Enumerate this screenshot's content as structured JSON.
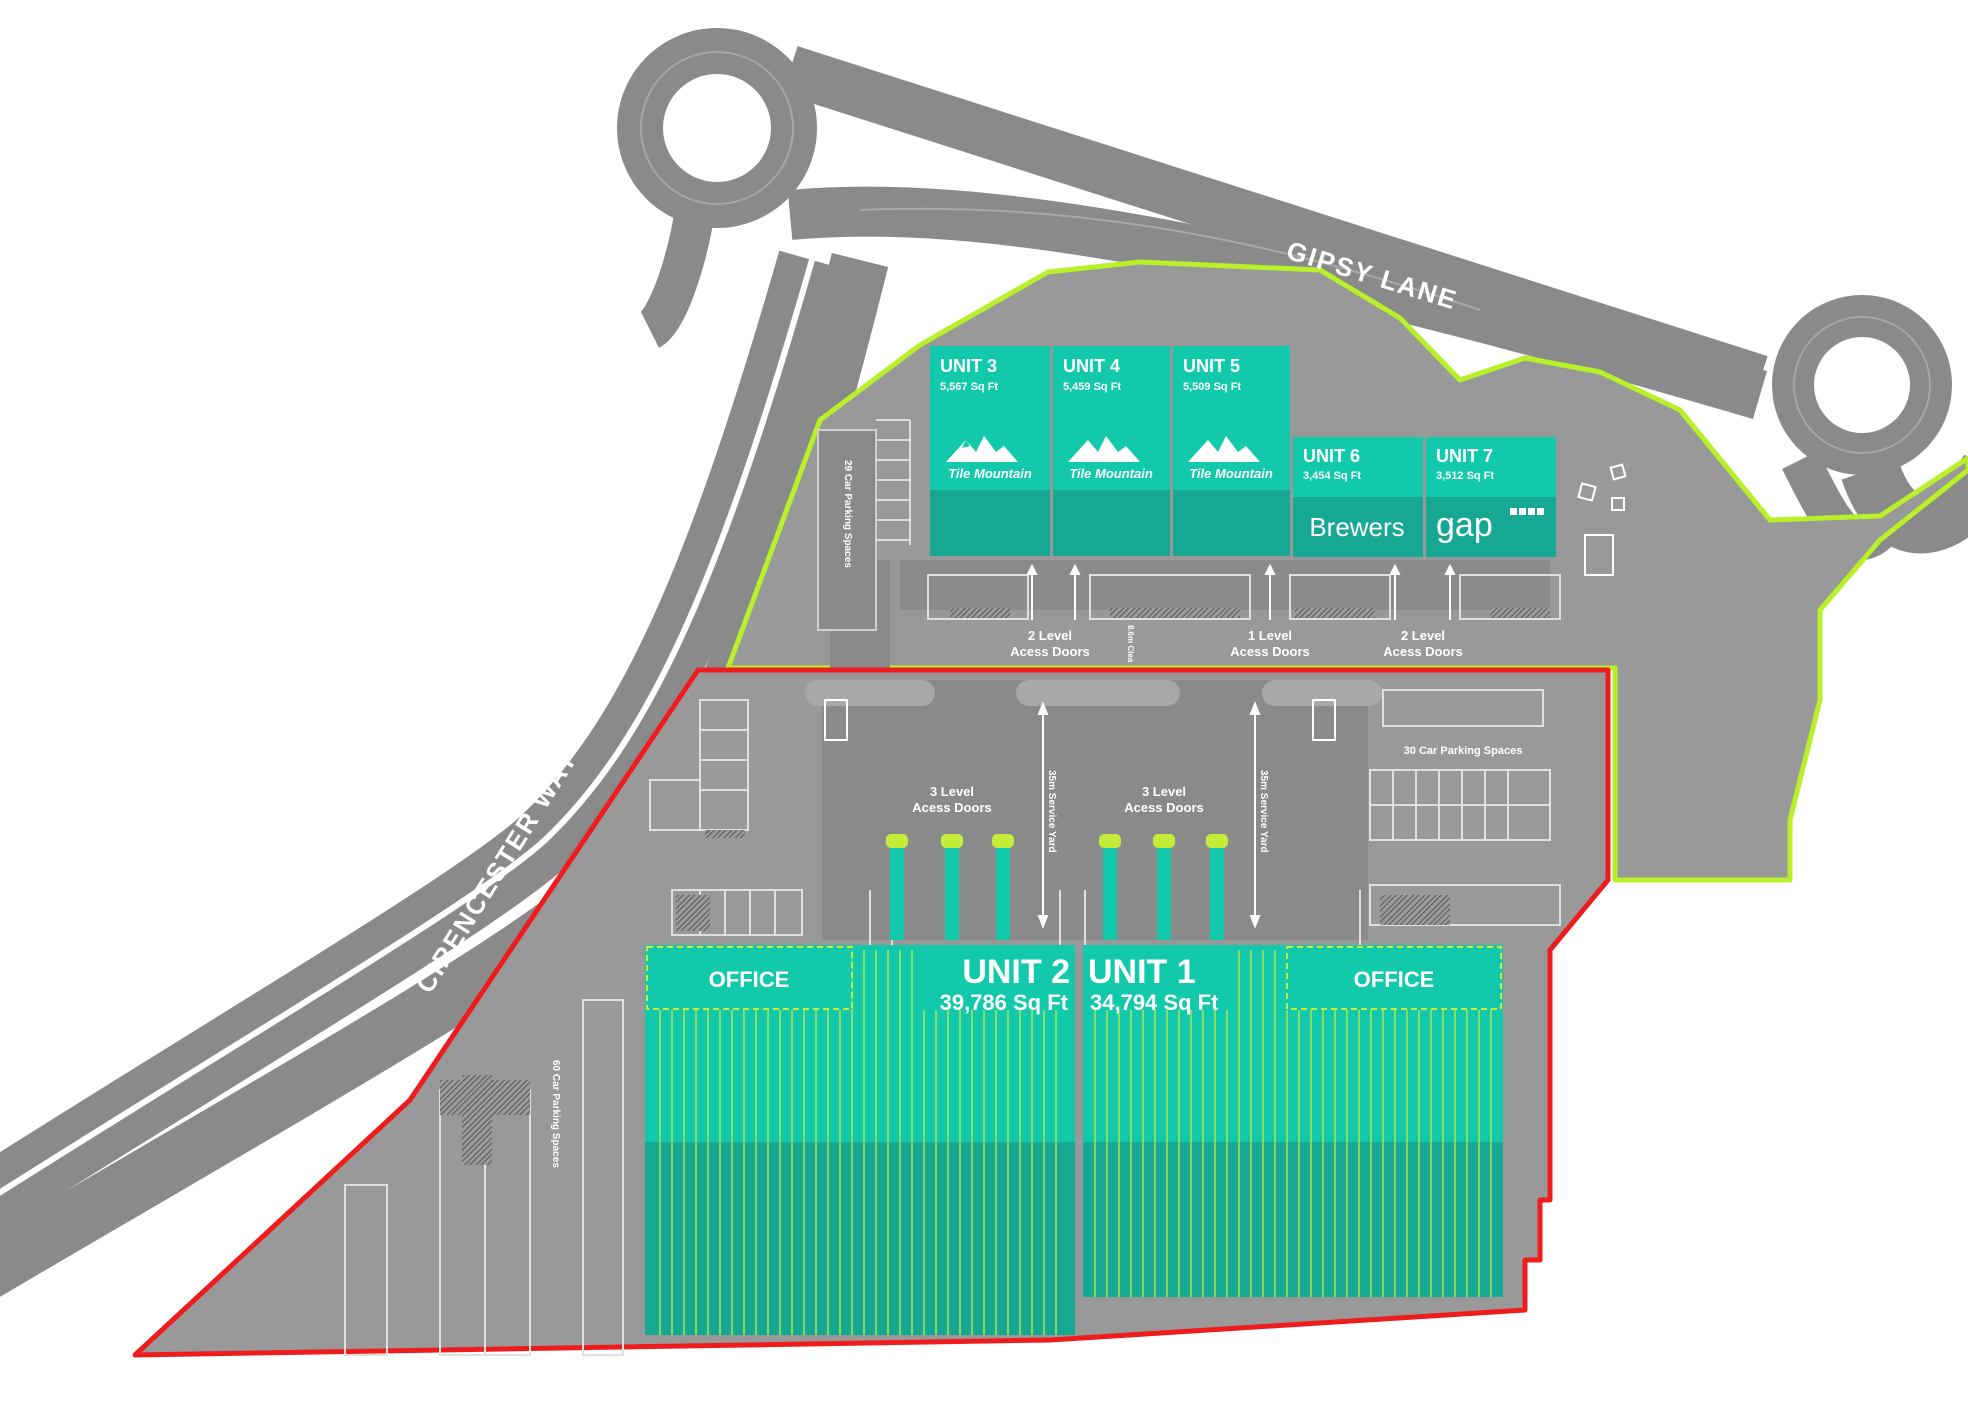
{
  "roads": {
    "gipsy_lane": "GIPSY LANE",
    "cirencester_way": "CIRENCESTER WAY"
  },
  "small_units": [
    {
      "name": "UNIT 3",
      "area": "5,567 Sq Ft",
      "brand": "Tile Mountain",
      "logo_icon": "mountain-logo-icon"
    },
    {
      "name": "UNIT 4",
      "area": "5,459 Sq Ft",
      "brand": "Tile Mountain",
      "logo_icon": "mountain-logo-icon"
    },
    {
      "name": "UNIT 5",
      "area": "5,509 Sq Ft",
      "brand": "Tile Mountain",
      "logo_icon": "mountain-logo-icon"
    },
    {
      "name": "UNIT 6",
      "area": "3,454 Sq Ft",
      "brand": "Brewers"
    },
    {
      "name": "UNIT 7",
      "area": "3,512 Sq Ft",
      "brand": "gap"
    }
  ],
  "large_units": [
    {
      "name": "UNIT 2",
      "area": "39,786 Sq Ft",
      "office": "OFFICE"
    },
    {
      "name": "UNIT 1",
      "area": "34,794 Sq Ft",
      "office": "OFFICE"
    }
  ],
  "annotations": {
    "north_parking": "29 Car Parking Spaces",
    "east_parking": "30 Car Parking Spaces",
    "west_parking": "60 Car Parking Spaces",
    "service_yard": "35m Service Yard",
    "clearance": "8.6m Clea",
    "doors_2_level": [
      "2 Level",
      "Acess Doors"
    ],
    "doors_1_level": [
      "1 Level",
      "Acess Doors"
    ],
    "doors_3_level": [
      "3 Level",
      "Acess Doors"
    ]
  },
  "colors": {
    "road": "#8a8a8a",
    "site": "#999999",
    "unit_teal": "#13c9ac",
    "unit_teal_dark": "#16a892",
    "green_boundary": "#b8f02a",
    "red_boundary": "#ee1c1c",
    "stripes": "#c6ec3a"
  }
}
